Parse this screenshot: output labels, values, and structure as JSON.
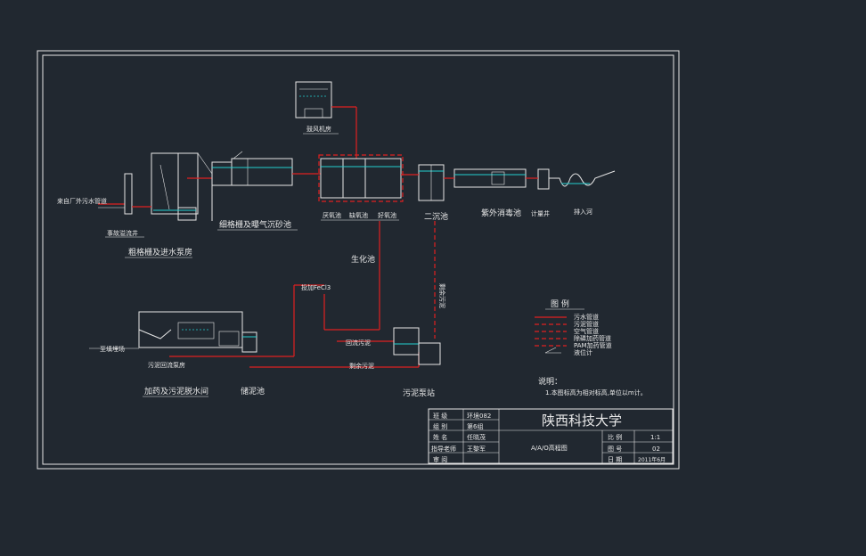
{
  "drawing": {
    "units": {
      "pretreatment": "粗格栅及进水泵房",
      "fine_screen_grit": "细格栅及曝气沉砂池",
      "blower_room": "鼓风机房",
      "anaerobic": "厌氧池",
      "anoxic": "缺氧池",
      "aerobic": "好氧池",
      "bio_tank": "生化池",
      "secondary_clarifier": "二沉池",
      "uv_disinfection": "紫外消毒池",
      "metering_well": "计量井",
      "river": "排入河",
      "dosing_dewatering": "加药及污泥脱水间",
      "sludge_storage": "储泥池",
      "sludge_pump_station": "污泥泵站",
      "inflow_pipe": "来自厂外污水管道",
      "accident_well": "事故溢流井",
      "cake_transport": "至填埋场",
      "sludge_pump_room": "污泥回流泵房",
      "return_sludge": "回流污泥",
      "excess_sludge": "剩余污泥",
      "ferric_dosing": "投加FeCl3",
      "excess_sludge_v": "剩余污泥"
    },
    "legend": {
      "title": "图  例",
      "items": [
        "污水管道",
        "污泥管道",
        "空气管道",
        "除磷加药管道",
        "PAM加药管道",
        "液位计"
      ]
    },
    "notes": {
      "title": "说明：",
      "line1": "1.本图标高为相对标高,单位以m计。"
    },
    "title_block": {
      "university": "陕西科技大学",
      "drawing_name": "A/A/O高程图",
      "rows": [
        {
          "k": "班  级",
          "v": "环境082"
        },
        {
          "k": "组  别",
          "v": "第6组"
        },
        {
          "k": "姓  名",
          "v": "任晓茂"
        },
        {
          "k": "指导老师",
          "v": "王黎军"
        },
        {
          "k": "审  阅",
          "v": ""
        }
      ],
      "right_rows": [
        {
          "k": "比  例",
          "v": "1:1"
        },
        {
          "k": "图  号",
          "v": "02"
        },
        {
          "k": "日  期",
          "v": "2011年6月"
        }
      ]
    },
    "colors": {
      "background": "#212830",
      "line": "#e6e6e6",
      "sewage": "#e02020",
      "water": "#22d0d0"
    }
  }
}
